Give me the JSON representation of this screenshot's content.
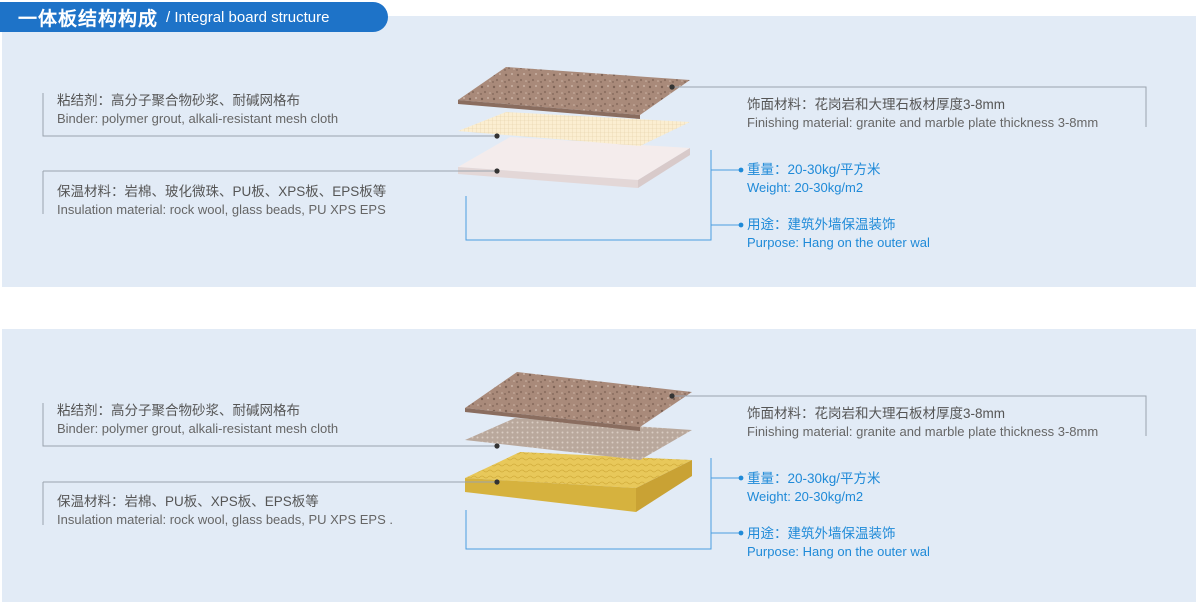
{
  "header": {
    "title_cn": "一体板结构构成",
    "title_en": "/ Integral board structure"
  },
  "colors": {
    "accent_blue": "#1e73c8",
    "label_blue": "#1f8ad8",
    "panel_bg": "#e2ebf6"
  },
  "panels": [
    {
      "binder": {
        "cn": "粘结剂：高分子聚合物砂浆、耐碱网格布",
        "en": "Binder: polymer grout, alkali-resistant mesh cloth"
      },
      "insulation": {
        "cn": "保温材料：岩棉、玻化微珠、PU板、XPS板、EPS板等",
        "en": "Insulation material: rock wool, glass beads, PU XPS EPS"
      },
      "finishing": {
        "cn": "饰面材料：花岗岩和大理石板材厚度3-8mm",
        "en": "Finishing material: granite and marble plate thickness 3-8mm"
      },
      "weight": {
        "cn": "重量：20-30kg/平方米",
        "en": "Weight: 20-30kg/m2"
      },
      "purpose": {
        "cn": "用途：建筑外墙保温装饰",
        "en": "Purpose: Hang on the outer wal"
      }
    },
    {
      "binder": {
        "cn": "粘结剂：高分子聚合物砂浆、耐碱网格布",
        "en": "Binder: polymer grout, alkali-resistant mesh cloth"
      },
      "insulation": {
        "cn": "保温材料：岩棉、PU板、XPS板、EPS板等",
        "en": "Insulation material: rock wool, glass beads, PU XPS EPS  ."
      },
      "finishing": {
        "cn": "饰面材料：花岗岩和大理石板材厚度3-8mm",
        "en": "Finishing material: granite and marble plate thickness 3-8mm"
      },
      "weight": {
        "cn": "重量：20-30kg/平方米",
        "en": "Weight: 20-30kg/m2"
      },
      "purpose": {
        "cn": "用途：建筑外墙保温装饰",
        "en": "Purpose: Hang on the outer wal"
      }
    }
  ]
}
